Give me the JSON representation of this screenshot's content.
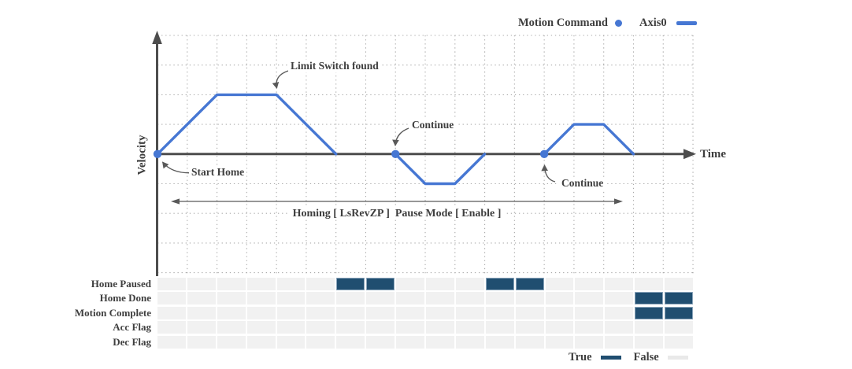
{
  "legend_top": {
    "motion_command_label": "Motion Command",
    "axis_label": "Axis0"
  },
  "axis_labels": {
    "y": "Velocity",
    "x": "Time"
  },
  "annotations": {
    "limit_switch": "Limit Switch found",
    "start_home": "Start Home",
    "continue_1": "Continue",
    "continue_2": "Continue",
    "mode_text": "Homing [ LsRevZP ]  Pause Mode [ Enable ]"
  },
  "signals": {
    "rows": [
      {
        "label": "Home Paused",
        "cells": [
          0,
          0,
          0,
          0,
          0,
          0,
          1,
          1,
          0,
          0,
          0,
          1,
          1,
          0,
          0,
          0,
          0,
          0
        ]
      },
      {
        "label": "Home Done",
        "cells": [
          0,
          0,
          0,
          0,
          0,
          0,
          0,
          0,
          0,
          0,
          0,
          0,
          0,
          0,
          0,
          0,
          1,
          1
        ]
      },
      {
        "label": "Motion Complete",
        "cells": [
          0,
          0,
          0,
          0,
          0,
          0,
          0,
          0,
          0,
          0,
          0,
          0,
          0,
          0,
          0,
          0,
          1,
          1
        ]
      },
      {
        "label": "Acc Flag",
        "cells": [
          0,
          0,
          0,
          0,
          0,
          0,
          0,
          0,
          0,
          0,
          0,
          0,
          0,
          0,
          0,
          0,
          0,
          0
        ]
      },
      {
        "label": "Dec Flag",
        "cells": [
          0,
          0,
          0,
          0,
          0,
          0,
          0,
          0,
          0,
          0,
          0,
          0,
          0,
          0,
          0,
          0,
          0,
          0
        ]
      }
    ]
  },
  "legend_bottom": {
    "true_label": "True",
    "false_label": "False"
  },
  "colors": {
    "accent_blue": "#4677d3",
    "signal_true": "#204e70",
    "signal_false": "#f1f1f1",
    "axis_gray": "#4d4d4d",
    "text_gray": "#3e3e3e"
  },
  "chart_data": {
    "type": "line",
    "title": "",
    "xlabel": "Time",
    "ylabel": "Velocity",
    "xlim": [
      0,
      18
    ],
    "ylim": [
      -4,
      4
    ],
    "grid": "dotted",
    "legend_position": "top-right",
    "axis_ticks": "none (unitless grid divisions)",
    "series": [
      {
        "name": "Axis0",
        "color": "#4677d3",
        "segments": [
          {
            "x": [
              0,
              2,
              4,
              6
            ],
            "y": [
              0,
              2,
              2,
              0
            ]
          },
          {
            "x": [
              8,
              9,
              10,
              11
            ],
            "y": [
              0,
              -1,
              -1,
              0
            ]
          },
          {
            "x": [
              13,
              14,
              15,
              16
            ],
            "y": [
              0,
              1,
              1,
              0
            ]
          }
        ]
      }
    ],
    "motion_command_points": {
      "name": "Motion Command",
      "color": "#4677d3",
      "points": [
        {
          "x": 0,
          "y": 0,
          "event": "Start Home"
        },
        {
          "x": 8,
          "y": 0,
          "event": "Continue"
        },
        {
          "x": 13,
          "y": 0,
          "event": "Continue"
        }
      ]
    },
    "event_annotations": [
      {
        "text": "Start Home",
        "points_to": {
          "x": 0,
          "y": 0
        }
      },
      {
        "text": "Limit Switch found",
        "points_to": {
          "x": 4,
          "y": 2
        }
      },
      {
        "text": "Continue",
        "points_to": {
          "x": 8,
          "y": 0
        }
      },
      {
        "text": "Continue",
        "points_to": {
          "x": 13,
          "y": 0
        }
      }
    ],
    "mode_span": {
      "text": "Homing [ LsRevZP ]  Pause Mode [ Enable ]",
      "x_range": [
        0.5,
        15.6
      ],
      "y": -1.6
    },
    "signal_timing": [
      {
        "label": "Home Paused",
        "true_intervals": [
          [
            6,
            8
          ],
          [
            11,
            13
          ]
        ]
      },
      {
        "label": "Home Done",
        "true_intervals": [
          [
            16,
            18
          ]
        ]
      },
      {
        "label": "Motion Complete",
        "true_intervals": [
          [
            16,
            18
          ]
        ]
      },
      {
        "label": "Acc Flag",
        "true_intervals": []
      },
      {
        "label": "Dec Flag",
        "true_intervals": []
      }
    ]
  }
}
